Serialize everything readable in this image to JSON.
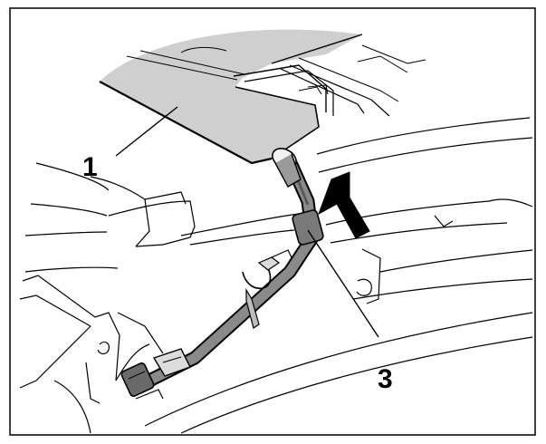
{
  "figure": {
    "callouts": [
      {
        "id": "1",
        "label": "1",
        "refers_to": "upper-panel"
      },
      {
        "id": "3",
        "label": "3",
        "refers_to": "hose-connector"
      }
    ],
    "colors": {
      "line": "#000000",
      "shading": "#cfcfcf",
      "hose": "#8a8a8a",
      "hose_dark": "#5a5a5a",
      "background": "#ffffff"
    },
    "icons": [
      "direction-arrow-icon"
    ]
  }
}
